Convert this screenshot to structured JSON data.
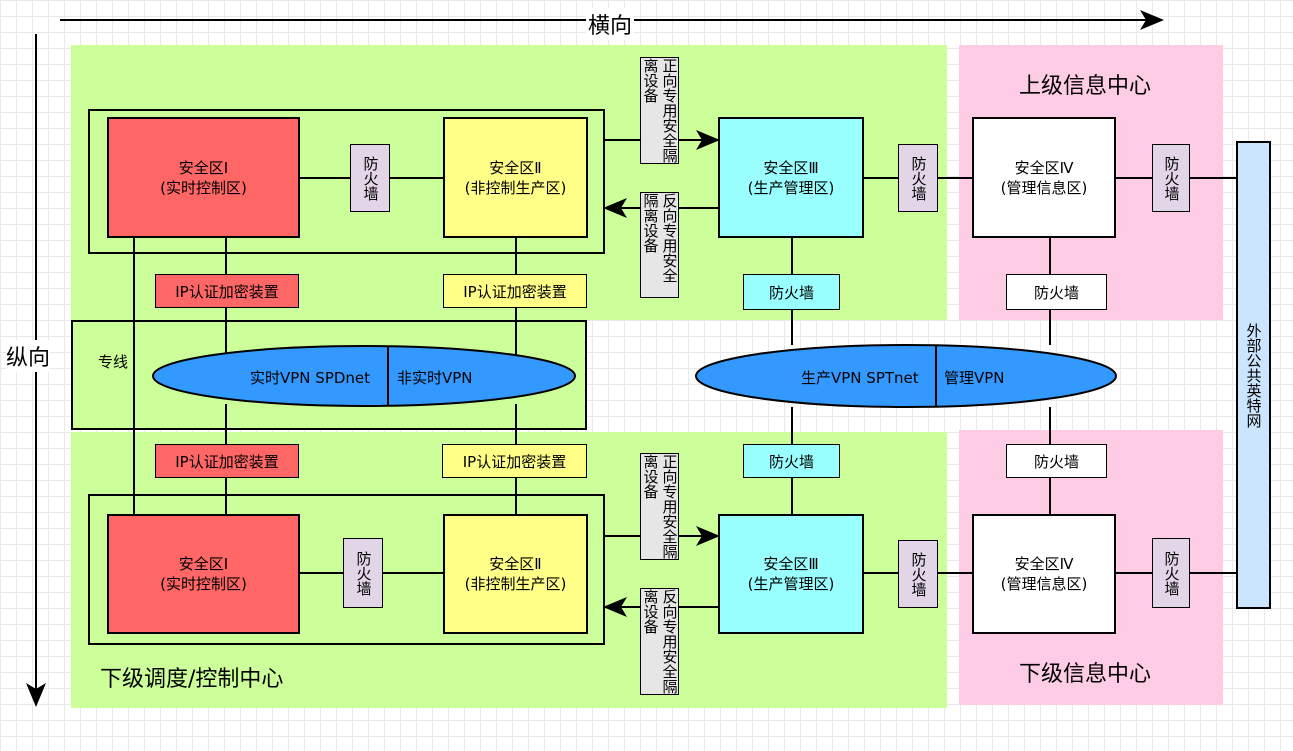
{
  "axes": {
    "horizontal": "横向",
    "vertical": "纵向"
  },
  "upper_center": {
    "title": "上级信息中心"
  },
  "lower_center": {
    "title": "下级信息中心"
  },
  "lower_dispatch": {
    "title": "下级调度/控制中心"
  },
  "dedicated_line": "专线",
  "external_net": "外部公共英特网",
  "zones": {
    "z1": {
      "name": "安全区Ⅰ",
      "desc": "(实时控制区)"
    },
    "z2": {
      "name": "安全区Ⅱ",
      "desc": "(非控制生产区)"
    },
    "z3": {
      "name": "安全区Ⅲ",
      "desc": "(生产管理区)"
    },
    "z4": {
      "name": "安全区Ⅳ",
      "desc": "(管理信息区)"
    }
  },
  "firewall": "防火墙",
  "ip_device": "IP认证加密装置",
  "forward_isolation": "正向专用安全隔离设备",
  "reverse_isolation": "反向专用安全隔离设备",
  "vpn_left": {
    "left": "实时VPN SPDnet",
    "right": "非实时VPN"
  },
  "vpn_right": {
    "left": "生产VPN SPTnet",
    "right": "管理VPN"
  },
  "colors": {
    "green_region": "#ccff99",
    "pink_region": "#ffcce6",
    "zone1": "#ff6666",
    "zone2": "#ffff88",
    "zone3": "#99ffff",
    "zone4": "#ffffff",
    "firewall_fill": "#e1d5e7",
    "vpn": "#3399ff",
    "external": "#cce5ff"
  }
}
